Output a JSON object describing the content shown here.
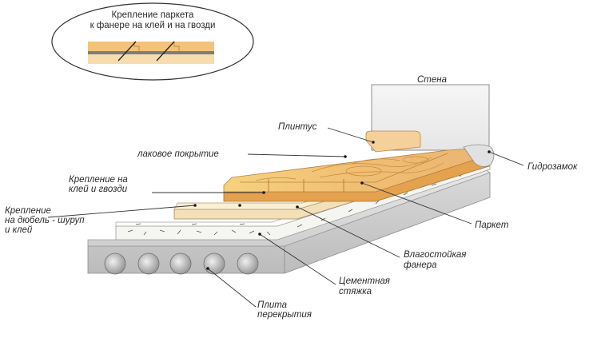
{
  "inset": {
    "line1": "Крепление паркета",
    "line2": "к фанере на клей и на гвозди"
  },
  "labels": {
    "wall": "Стена",
    "baseboard": "Плинтус",
    "varnish": "лаковое покрытие",
    "glue_nails_1": "Крепление на",
    "glue_nails_2": "клей и гвозди",
    "dowel_1": "Крепление",
    "dowel_2": "на дюбель - шуруп",
    "dowel_3": "и  клей",
    "waterlock": "Гидрозамок",
    "parquet": "Паркет",
    "plywood_1": "Влагостойкая",
    "plywood_2": "фанера",
    "screed_1": "Цементная",
    "screed_2": "стяжка",
    "slab_1": "Плита",
    "slab_2": "перекрытия"
  },
  "colors": {
    "wall": "#f1f1f1",
    "parquet": "#f3c878",
    "plywood": "#f7e6c4",
    "screed": "#f4f4f0",
    "slab": "#d6d6d6",
    "baseboard": "#f5d09a"
  }
}
